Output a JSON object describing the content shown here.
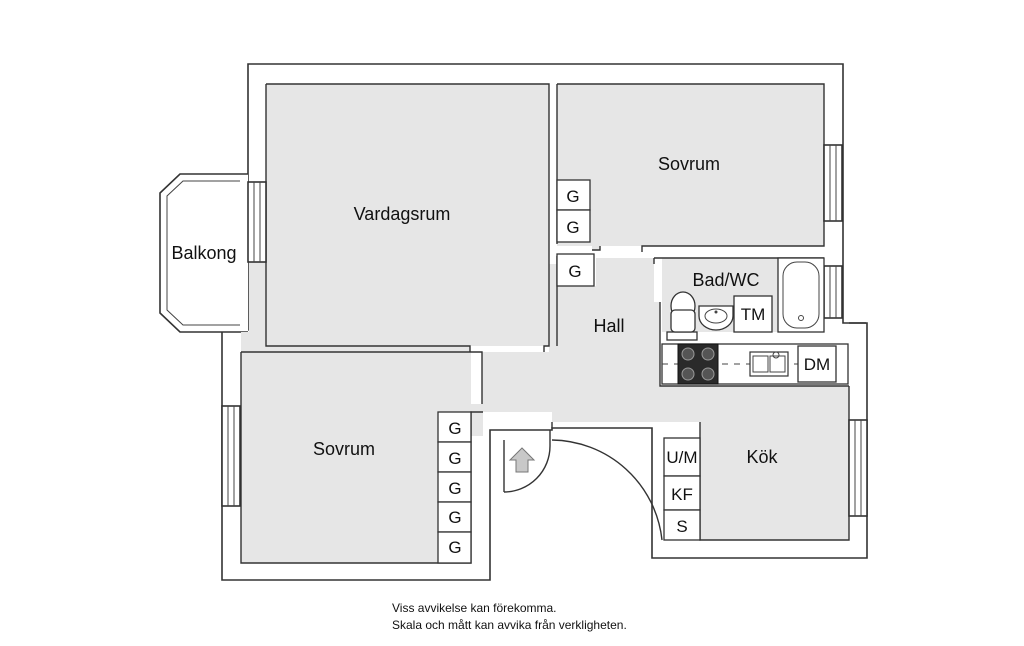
{
  "rooms": {
    "balkong": "Balkong",
    "vardagsrum": "Vardagsrum",
    "sovrum_top": "Sovrum",
    "sovrum_bottom": "Sovrum",
    "hall": "Hall",
    "bad_wc": "Bad/WC",
    "kok": "Kök"
  },
  "fixtures": {
    "closet": "G",
    "towel_dryer": "TM",
    "dishwasher": "DM",
    "microwave_oven": "U/M",
    "fridge_freezer": "KF",
    "pantry": "S"
  },
  "disclaimer": {
    "line1": "Viss avvikelse kan förekomma.",
    "line2": "Skala och mått kan avvika från verkligheten."
  },
  "colors": {
    "floor": "#e6e6e6",
    "wall": "#ffffff",
    "outline": "#333333"
  }
}
